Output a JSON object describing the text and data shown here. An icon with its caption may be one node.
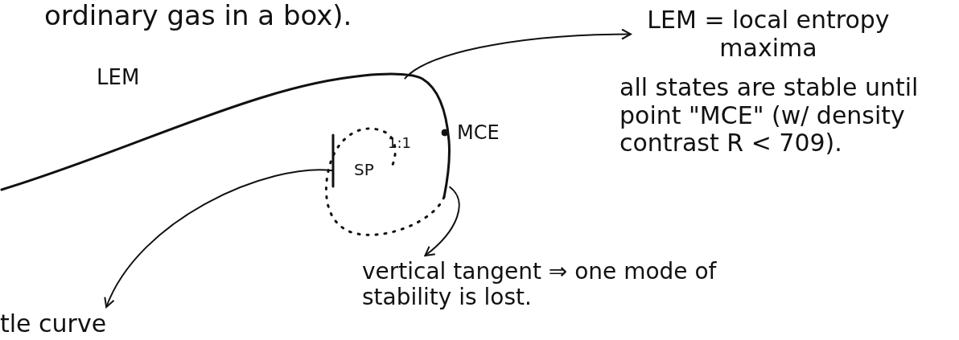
{
  "diagram": {
    "nodes": [
      {
        "text": [],
        "shape": "picture",
        "beside": [
          "MCE"
        ]
      },
      {
        "text": [
          "LEM = local entropy maxima"
        ]
      },
      {
        "text": [
          "vertical tangent ⇒ one mode of stability is lost."
        ]
      },
      {
        "text": [
          "tle curve"
        ]
      }
    ],
    "edges": [
      {
        "from": 0,
        "to": 1,
        "arrow": "to"
      },
      {
        "from": 0,
        "to": 2,
        "arrow": "to"
      },
      {
        "from": 0,
        "to": 3,
        "arrow": "to"
      }
    ],
    "labels": [
      "ordinary gas in a box).",
      "LEM",
      "SP",
      "1:1",
      "all states are stable until point \"MCE\" (w/ density contrast R < 709)."
    ]
  }
}
